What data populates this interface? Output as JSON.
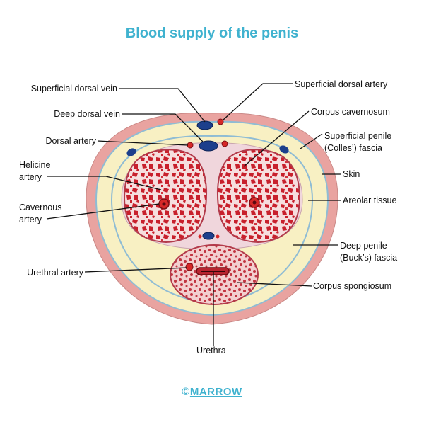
{
  "title": "Blood supply of the penis",
  "labels": {
    "superficial_dorsal_vein": "Superficial dorsal vein",
    "deep_dorsal_vein": "Deep dorsal vein",
    "dorsal_artery": "Dorsal artery",
    "helicine_artery_1": "Helicine",
    "helicine_artery_2": "artery",
    "cavernous_artery_1": "Cavernous",
    "cavernous_artery_2": "artery",
    "urethral_artery": "Urethral artery",
    "urethra": "Urethra",
    "superficial_dorsal_artery": "Superficial dorsal artery",
    "corpus_cavernosum": "Corpus cavernosum",
    "superficial_penile_fascia_1": "Superficial penile",
    "superficial_penile_fascia_2": "(Colles’) fascia",
    "skin": "Skin",
    "areolar_tissue": "Areolar tissue",
    "deep_penile_fascia_1": "Deep penile",
    "deep_penile_fascia_2": "(Buck’s) fascia",
    "corpus_spongiosum": "Corpus spongiosum"
  },
  "credit": {
    "symbol": "©",
    "brand": "MARROW"
  },
  "colors": {
    "title": "#3fb2cf",
    "skin": "#e9a3a0",
    "areolar": "#f8f0c3",
    "cavernosum": "#d94b5a",
    "spongiosum": "#d86a72",
    "vein": "#1c3f8c",
    "artery": "#d62828"
  }
}
